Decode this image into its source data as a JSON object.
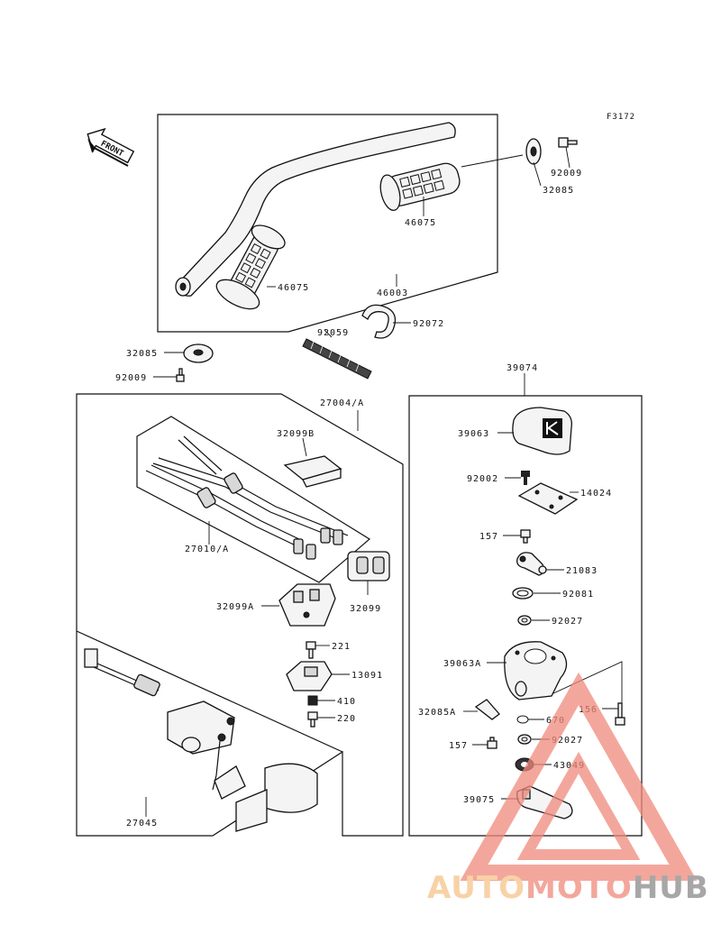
{
  "diagram": {
    "ref_code": "F3172",
    "front_label": "FRONT",
    "labels": {
      "p32085_top": "32085",
      "p92009_top": "92009",
      "p46075_right": "46075",
      "p46075_left": "46075",
      "p46003": "46003",
      "p92072": "92072",
      "p92059": "92059",
      "p32085_bottom": "32085",
      "p92009_bottom": "92009",
      "p27004": "27004/A",
      "p32099b": "32099B",
      "p27010": "27010/A",
      "p32099": "32099",
      "p32099a": "32099A",
      "p221": "221",
      "p13091": "13091",
      "p410": "410",
      "p220": "220",
      "p27045": "27045",
      "p39074": "39074",
      "p39063": "39063",
      "p92002": "92002",
      "p14024": "14024",
      "p157_top": "157",
      "p21083": "21083",
      "p92081": "92081",
      "p92027_top": "92027",
      "p39063a": "39063A",
      "p156": "156",
      "p32085a": "32085A",
      "p670": "670",
      "p157_bottom": "157",
      "p92027_bottom": "92027",
      "p43049": "43049",
      "p39075": "39075"
    }
  },
  "watermark": {
    "part1": "AUTO",
    "part2": "MOTO",
    "part3": "HUB",
    "color_light": "#f6c48a",
    "color_mid": "#f08a7c",
    "color_dark": "#8a8a8a"
  }
}
